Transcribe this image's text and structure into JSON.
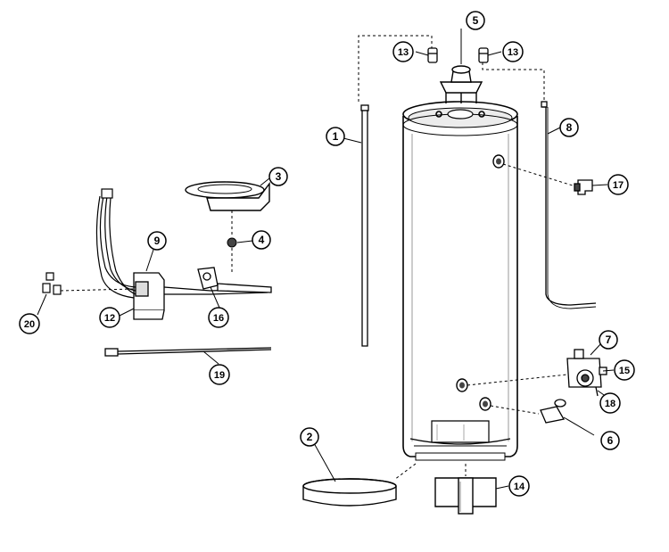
{
  "diagram": {
    "callouts": [
      {
        "id": "c1",
        "label": "1"
      },
      {
        "id": "c2",
        "label": "2"
      },
      {
        "id": "c3",
        "label": "3"
      },
      {
        "id": "c4",
        "label": "4"
      },
      {
        "id": "c5",
        "label": "5"
      },
      {
        "id": "c6",
        "label": "6"
      },
      {
        "id": "c7",
        "label": "7"
      },
      {
        "id": "c8",
        "label": "8"
      },
      {
        "id": "c9",
        "label": "9"
      },
      {
        "id": "c12",
        "label": "12"
      },
      {
        "id": "c13a",
        "label": "13"
      },
      {
        "id": "c13b",
        "label": "13"
      },
      {
        "id": "c14",
        "label": "14"
      },
      {
        "id": "c15",
        "label": "15"
      },
      {
        "id": "c16",
        "label": "16"
      },
      {
        "id": "c17",
        "label": "17"
      },
      {
        "id": "c18",
        "label": "18"
      },
      {
        "id": "c19",
        "label": "19"
      },
      {
        "id": "c20",
        "label": "20"
      }
    ]
  }
}
